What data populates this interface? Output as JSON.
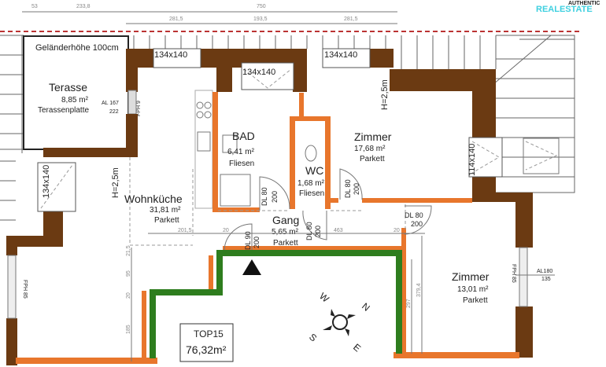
{
  "logo": {
    "top": "AUTHENTIC",
    "bottom": "REALESTATE",
    "color": "#3fd0e0"
  },
  "dimensions_top": {
    "row1": [
      "53",
      "233,8",
      "750"
    ],
    "row2": [
      "281,5",
      "193,5",
      "281,5"
    ]
  },
  "terrace": {
    "railing": "Geländerhöhe 100cm",
    "name": "Terasse",
    "area": "8,85 m²",
    "floor": "Terassenplatte",
    "door_al": "AL 167",
    "door_h": "222",
    "fph": "FPH 9"
  },
  "windows": {
    "w1": "134x140",
    "w2": "134x140",
    "w3": "134x140",
    "w4": "134x140",
    "w5": "114x140"
  },
  "rooms": {
    "kitchen": {
      "name": "Wohnküche",
      "area": "31,81 m²",
      "floor": "Parkett",
      "height": "H=2,5m"
    },
    "bath": {
      "name": "BAD",
      "area": "6,41 m²",
      "floor": "Fliesen"
    },
    "wc": {
      "name": "WC",
      "area": "1,68 m²",
      "floor": "Fliesen"
    },
    "room1": {
      "name": "Zimmer",
      "area": "17,68 m²",
      "floor": "Parkett",
      "height": "H=2,5m"
    },
    "hall": {
      "name": "Gang",
      "area": "5,65 m²",
      "floor": "Parkett"
    },
    "room2": {
      "name": "Zimmer",
      "area": "13,01 m²",
      "floor": "Parkett"
    }
  },
  "doors": {
    "bath": [
      "DL 80",
      "200"
    ],
    "room1": [
      "DL 80",
      "200"
    ],
    "room2": [
      "DL 80",
      "200"
    ],
    "wc": [
      "DL 80",
      "200"
    ],
    "entry": [
      "DL 90",
      "200"
    ]
  },
  "window_notes": {
    "right_al": "AL180",
    "right_h": "135",
    "right_fph": "FPH 85",
    "left_fph": "FPH 85"
  },
  "inner_dims": {
    "d1": "201,5",
    "d2": "20",
    "d3": "463",
    "d4": "20",
    "v1": "21,5",
    "v2": "95",
    "v3": "20",
    "v4": "185",
    "v5": "297",
    "v6": "379,4"
  },
  "compass": {
    "n": "N",
    "e": "E",
    "s": "S",
    "w": "W"
  },
  "unit": {
    "name": "TOP15",
    "area": "76,32m²"
  }
}
